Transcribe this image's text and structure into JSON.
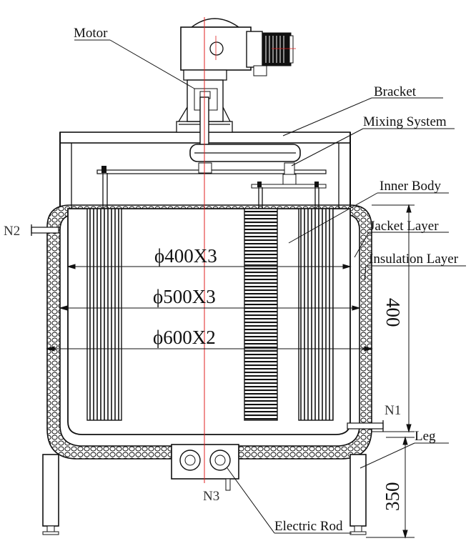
{
  "labels": {
    "motor": "Motor",
    "bracket": "Bracket",
    "mixing_system": "Mixing System",
    "inner_body": "Inner Body",
    "jacket_layer": "Jacket Layer",
    "insulation_layer": "Insulation Layer",
    "leg": "Leg",
    "electric_rod": "Electric Rod"
  },
  "nozzles": {
    "n1": "N1",
    "n2": "N2",
    "n3": "N3"
  },
  "dimensions": {
    "d400": "ϕ400X3",
    "d500": "ϕ500X3",
    "d600": "ϕ600X2",
    "height_body": "400",
    "height_leg": "350"
  },
  "colors": {
    "line": "#111111",
    "centerline": "#e02020"
  }
}
